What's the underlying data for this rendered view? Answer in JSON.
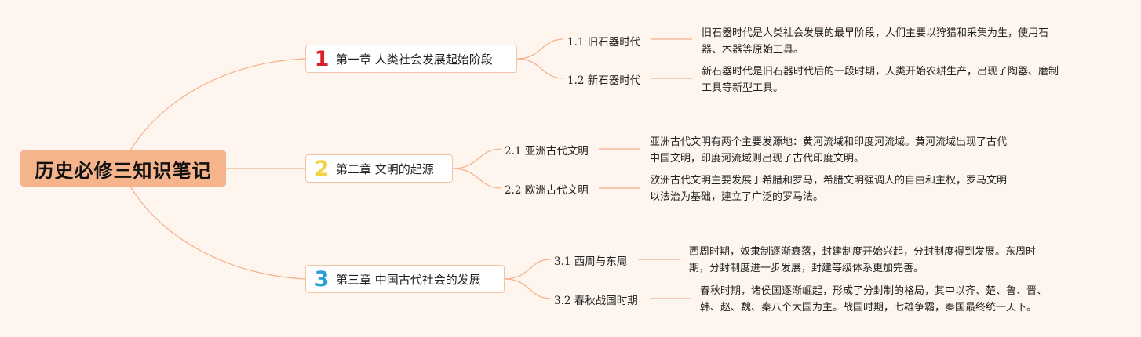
{
  "root": {
    "title": "历史必修三知识笔记"
  },
  "colors": {
    "background": "#fdf5ee",
    "root_fill": "#f6b48c",
    "connector": "#f3b08a",
    "chapter_border": "#f3c4a4",
    "num1": "#d8202a",
    "num2": "#f3d24a",
    "num3": "#2a9fd6"
  },
  "chapters": [
    {
      "number": "1",
      "icon": "number-one-icon",
      "title": "第一章 人类社会发展起始阶段",
      "sections": [
        {
          "label": "1.1 旧石器时代",
          "description": [
            "旧石器时代是人类社会发展的最早阶段，人们主要以狩猎和采集为生，使用石",
            "器、木器等原始工具。"
          ]
        },
        {
          "label": "1.2 新石器时代",
          "description": [
            "新石器时代是旧石器时代后的一段时期，人类开始农耕生产，出现了陶器、磨制",
            "工具等新型工具。"
          ]
        }
      ]
    },
    {
      "number": "2",
      "icon": "number-two-icon",
      "title": "第二章 文明的起源",
      "sections": [
        {
          "label": "2.1 亚洲古代文明",
          "description": [
            "亚洲古代文明有两个主要发源地：黄河流域和印度河流域。黄河流域出现了古代",
            "中国文明，印度河流域则出现了古代印度文明。"
          ]
        },
        {
          "label": "2.2 欧洲古代文明",
          "description": [
            "欧洲古代文明主要发展于希腊和罗马，希腊文明强调人的自由和主权，罗马文明",
            "以法治为基础，建立了广泛的罗马法。"
          ]
        }
      ]
    },
    {
      "number": "3",
      "icon": "number-three-icon",
      "title": "第三章 中国古代社会的发展",
      "sections": [
        {
          "label": "3.1 西周与东周",
          "description": [
            "西周时期，奴隶制逐渐衰落，封建制度开始兴起，分封制度得到发展。东周时",
            "期，分封制度进一步发展，封建等级体系更加完善。"
          ]
        },
        {
          "label": "3.2 春秋战国时期",
          "description": [
            "春秋时期，诸侯国逐渐崛起，形成了分封制的格局，其中以齐、楚、鲁、晋、",
            "韩、赵、魏、秦八个大国为主。战国时期，七雄争霸，秦国最终统一天下。"
          ]
        }
      ]
    }
  ]
}
